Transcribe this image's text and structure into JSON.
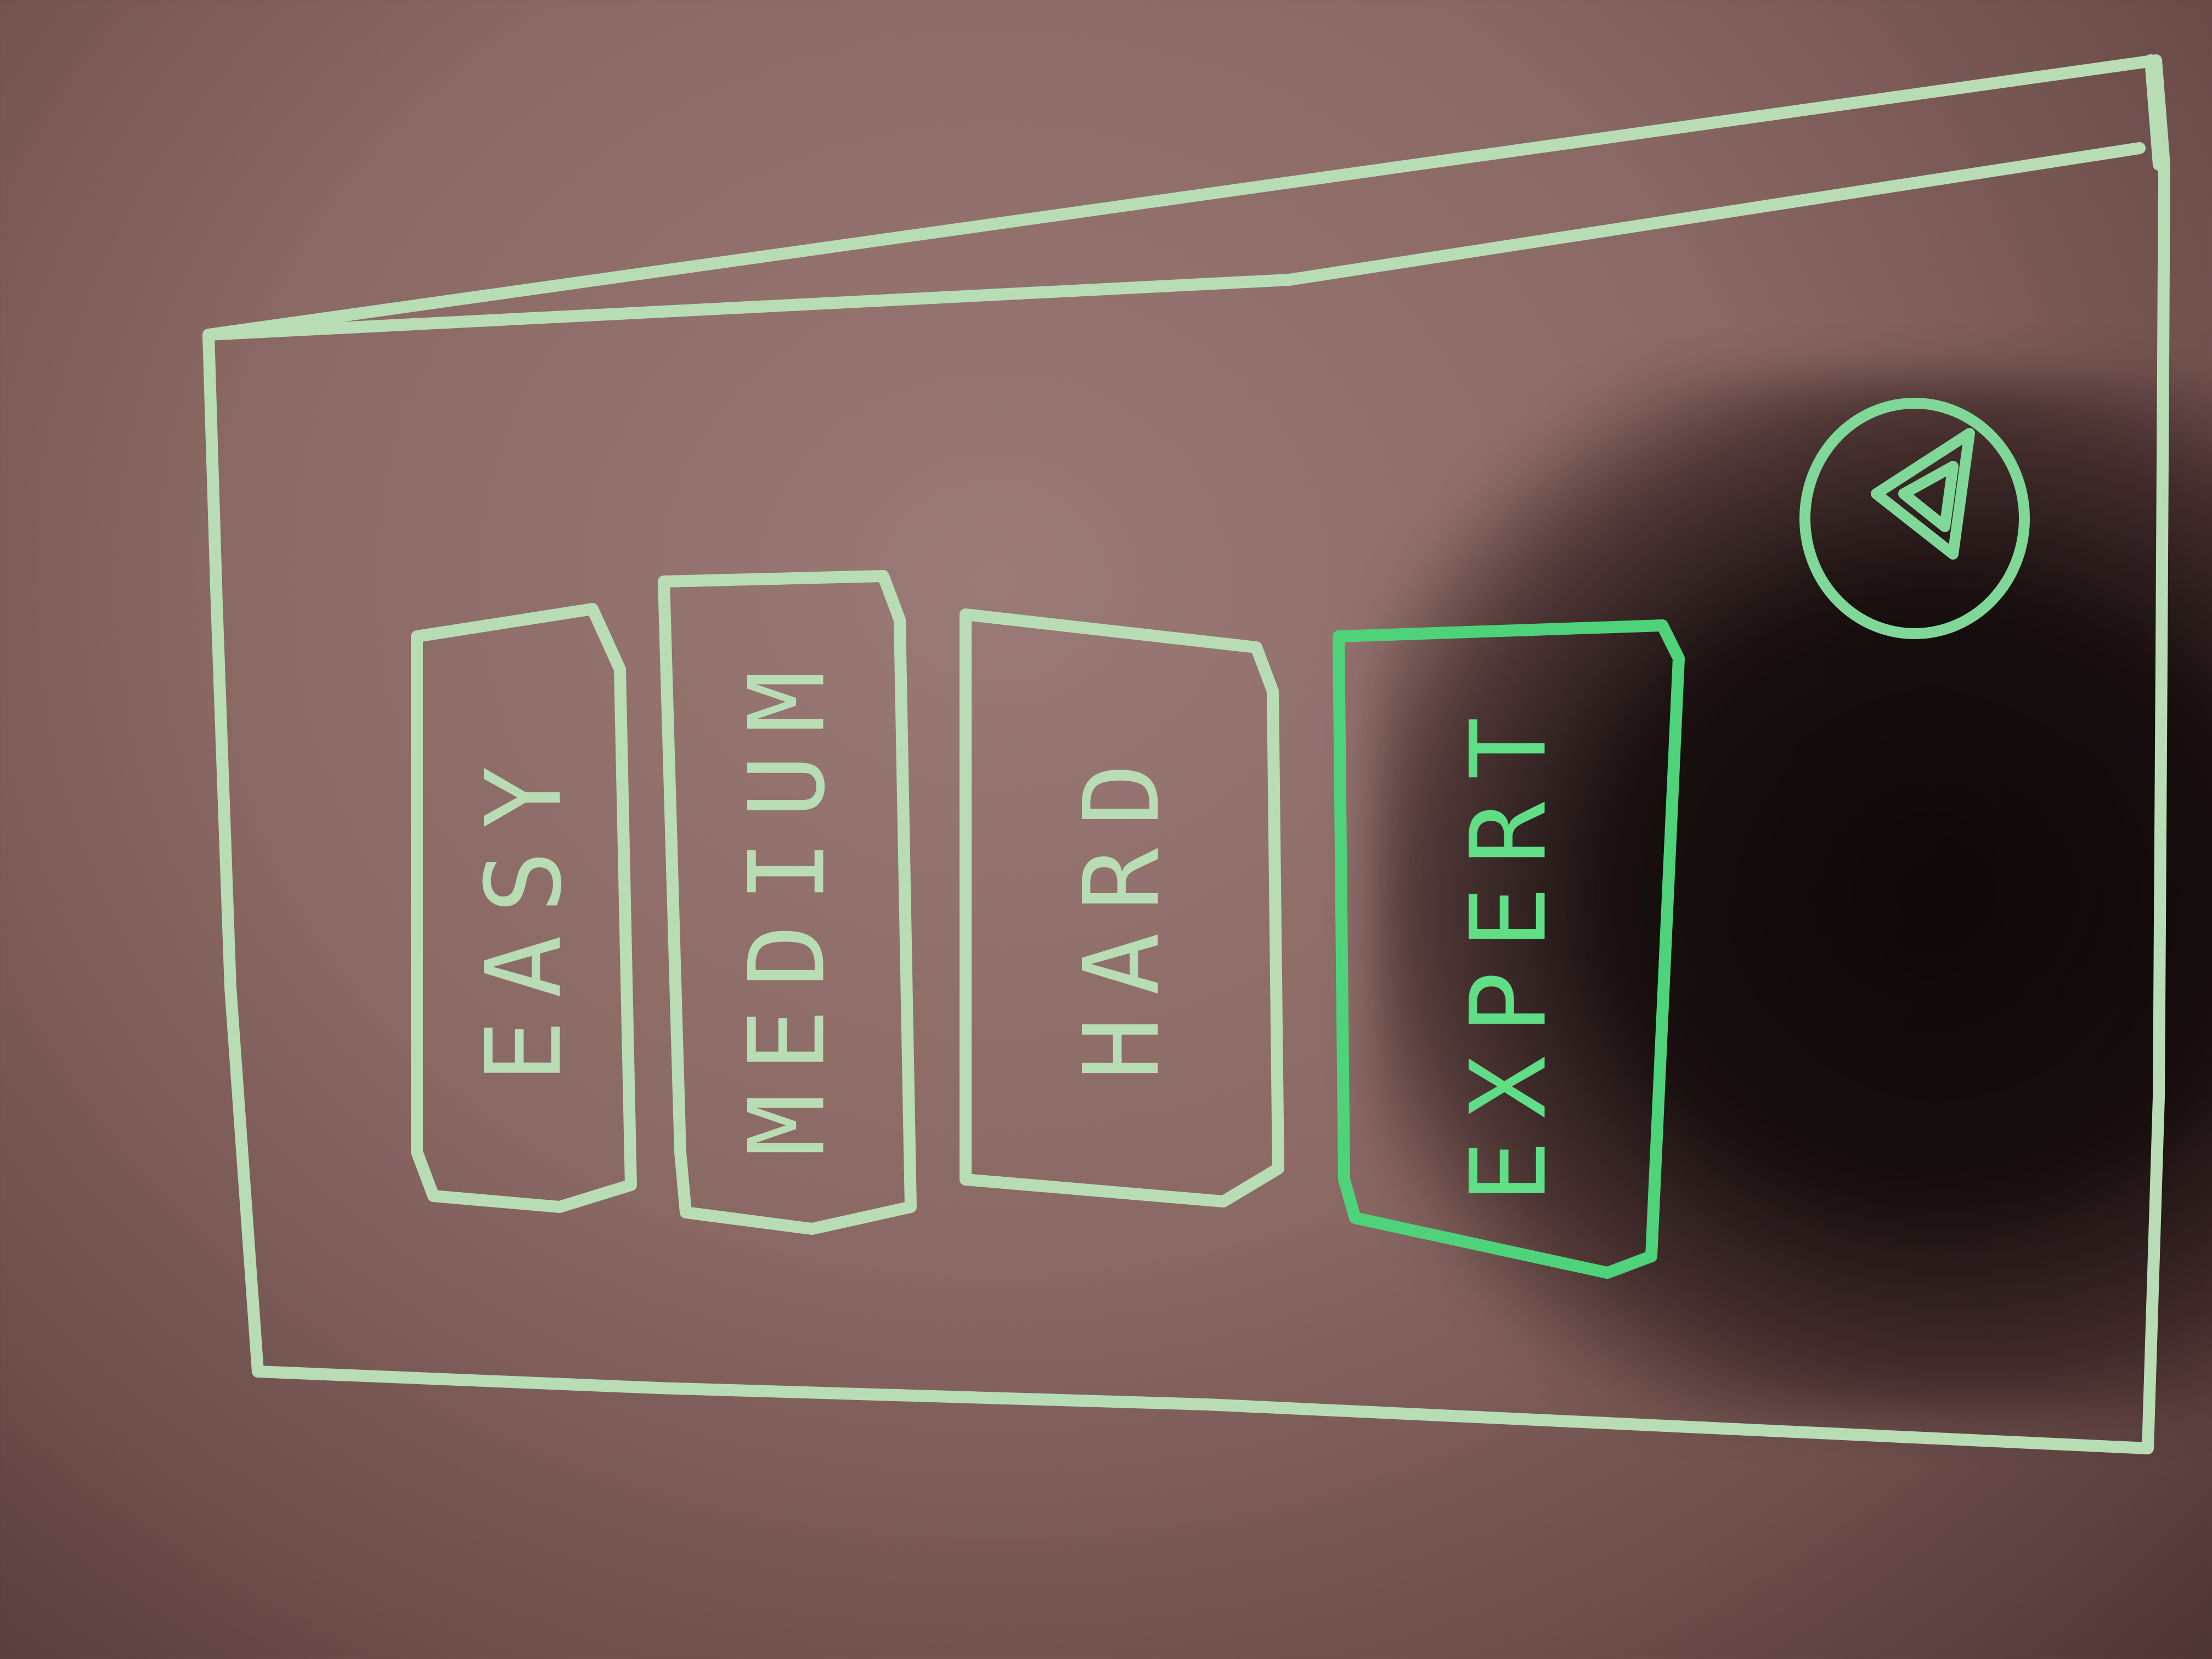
{
  "sketch": {
    "orientation": "rotated-90-degrees",
    "ink_color": "#b8dcb4",
    "highlight_color": "#4fd37a"
  },
  "difficulty_menu": {
    "options": [
      {
        "label": "EASY"
      },
      {
        "label": "MEDIUM"
      },
      {
        "label": "HARD"
      },
      {
        "label": "EXPERT"
      }
    ]
  },
  "floating_action": {
    "icon": "triangle-play-icon"
  }
}
